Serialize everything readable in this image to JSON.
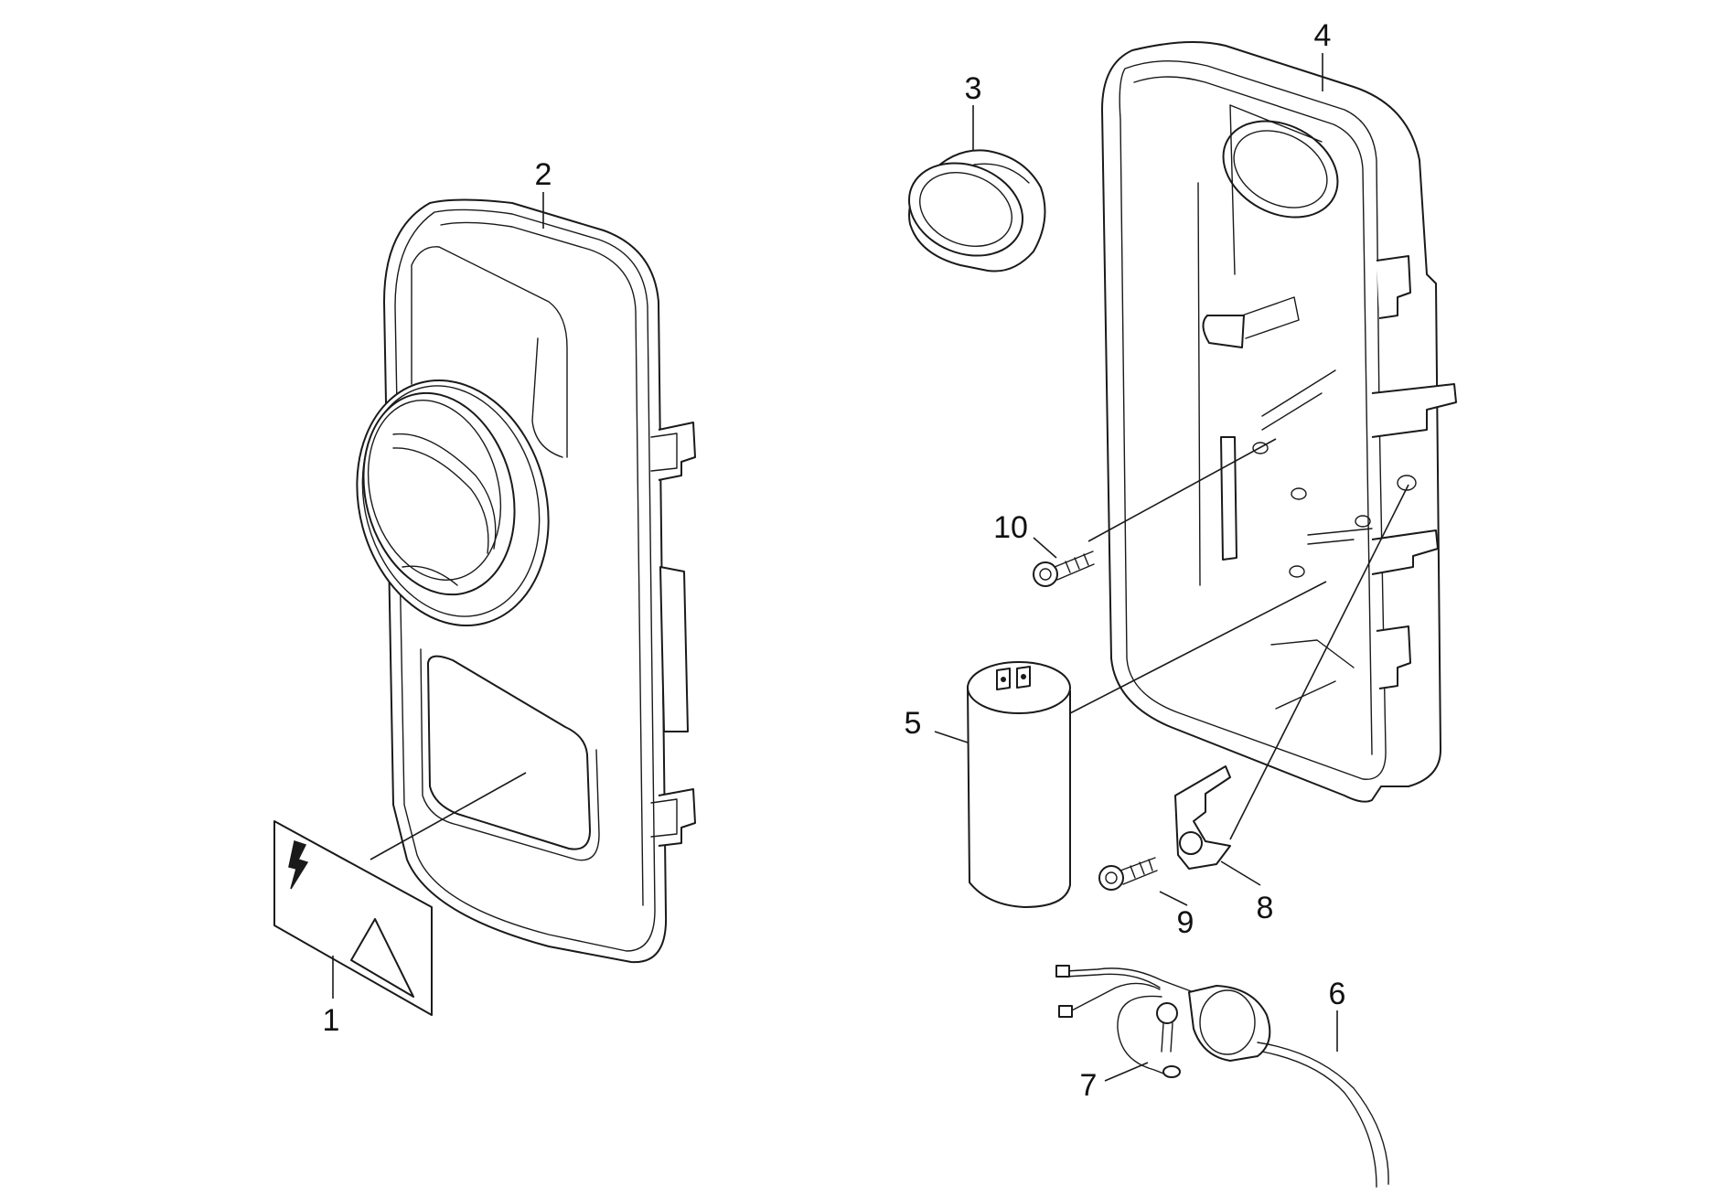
{
  "labels": {
    "p1": "1",
    "p2": "2",
    "p3": "3",
    "p4": "4",
    "p5": "5",
    "p6": "6",
    "p7": "7",
    "p8": "8",
    "p9": "9",
    "p10": "10"
  },
  "icons": {
    "warning_label": "lightning-bolt-triangle-icon"
  }
}
